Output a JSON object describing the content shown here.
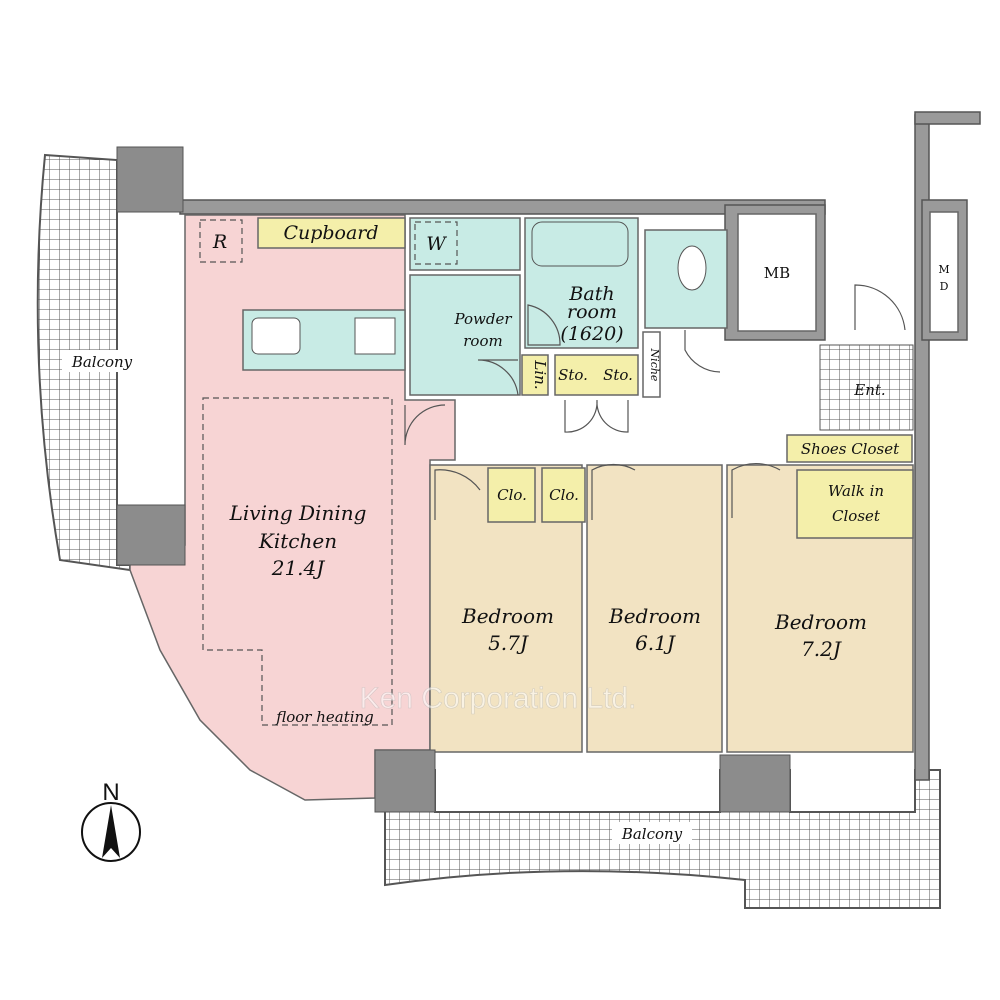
{
  "rooms": {
    "ldk": {
      "name_line1": "Living Dining",
      "name_line2": "Kitchen",
      "size": "21.4J",
      "note": "floor heating"
    },
    "refrigerator": "R",
    "cupboard": "Cupboard",
    "washer": "W",
    "powder": {
      "line1": "Powder",
      "line2": "room"
    },
    "bath": {
      "line1": "Bath",
      "line2": "room",
      "line3": "(1620)"
    },
    "linen": "Lin.",
    "storage1": "Sto.",
    "storage2": "Sto.",
    "niche": "Niche",
    "mb": "MB",
    "md": {
      "line1": "M",
      "line2": "D"
    },
    "entrance": "Ent.",
    "shoes_closet": "Shoes Closet",
    "walk_in_closet": {
      "line1": "Walk in",
      "line2": "Closet"
    },
    "closet1": "Clo.",
    "closet2": "Clo.",
    "bedroom1": {
      "name": "Bedroom",
      "size": "5.7J"
    },
    "bedroom2": {
      "name": "Bedroom",
      "size": "6.1J"
    },
    "bedroom3": {
      "name": "Bedroom",
      "size": "7.2J"
    },
    "balcony_west": "Balcony",
    "balcony_south": "Balcony"
  },
  "compass": {
    "label": "N"
  },
  "watermark": "Ken Corporation Ltd.",
  "colors": {
    "ldk": "#f7d4d4",
    "wet": "#c8ebe5",
    "closet": "#f4efaa",
    "bedroom": "#f2e3c2",
    "wall": "#9a9a9a"
  }
}
